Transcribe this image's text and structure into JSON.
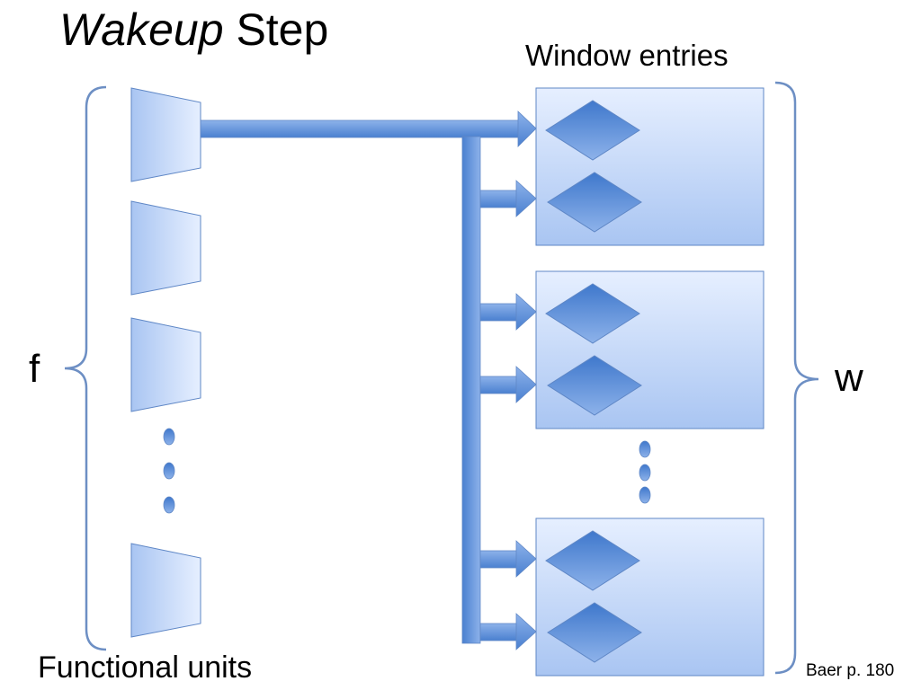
{
  "slide": {
    "title_italic": "Wakeup",
    "title_rest": "Step",
    "window_label": "Window  entries",
    "functional_units_label": "Functional units",
    "f_label": "f",
    "w_label": "w",
    "citation": "Baer p. 180"
  },
  "colors": {
    "shape_fill_light": "#e6efff",
    "shape_fill_dark": "#a9c5f2",
    "shape_stroke": "#5f87c6",
    "diamond_dark": "#3f78cc",
    "diamond_light": "#8db2ea",
    "bus_fill": "#4a80d0",
    "bracket_stroke": "#6d8fc4"
  }
}
